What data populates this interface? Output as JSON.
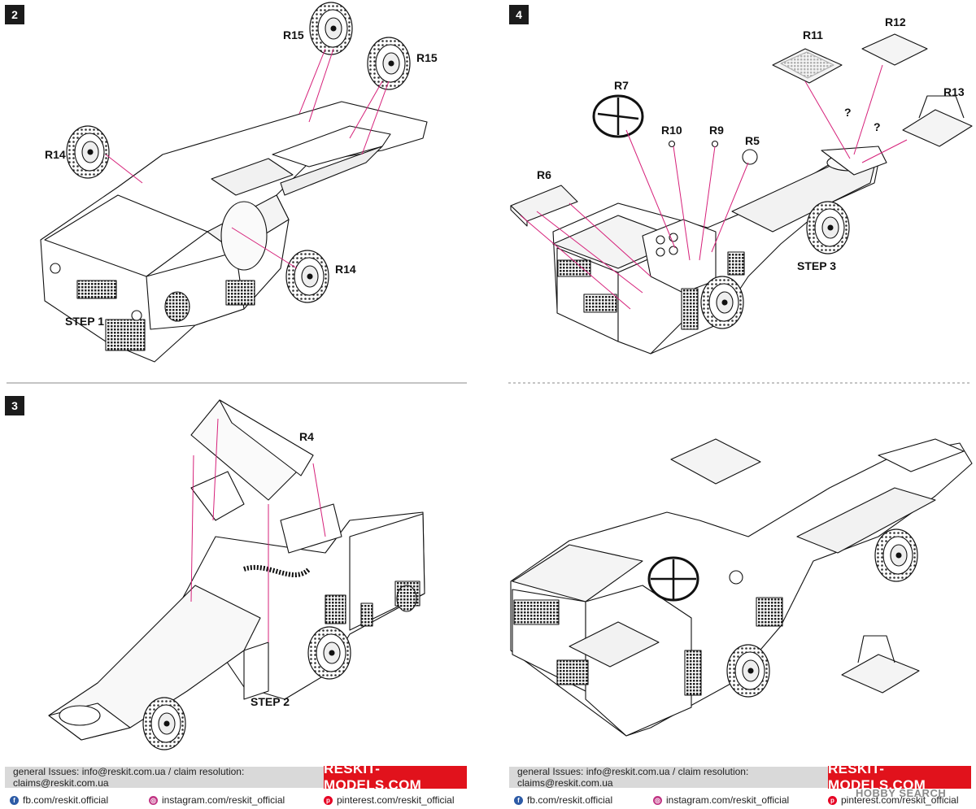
{
  "steps": {
    "s2": {
      "number": "2",
      "labels": {
        "r15a": "R15",
        "r15b": "R15",
        "r14a": "R14",
        "r14b": "R14",
        "sub": "STEP 1"
      }
    },
    "s4": {
      "number": "4",
      "labels": {
        "r7": "R7",
        "r10": "R10",
        "r9": "R9",
        "r5": "R5",
        "r6": "R6",
        "r11": "R11",
        "r12": "R12",
        "r13": "R13",
        "q1": "?",
        "q2": "?",
        "sub": "STEP 3"
      }
    },
    "s3": {
      "number": "3",
      "labels": {
        "r4": "R4",
        "sub": "STEP 2"
      }
    }
  },
  "footer": {
    "contact": "general Issues: info@reskit.com.ua / claim resolution: claims@reskit.com.ua",
    "brand": "RESKIT-MODELS.COM",
    "facebook": "fb.com/reskit.official",
    "instagram": "instagram.com/reskit_official",
    "pinterest": "pinterest.com/reskit_official"
  },
  "watermark": "HOBBY SEARCH",
  "colors": {
    "leader": "#d6217a",
    "brand_red": "#e1121c",
    "band": "#d9d9d9"
  }
}
